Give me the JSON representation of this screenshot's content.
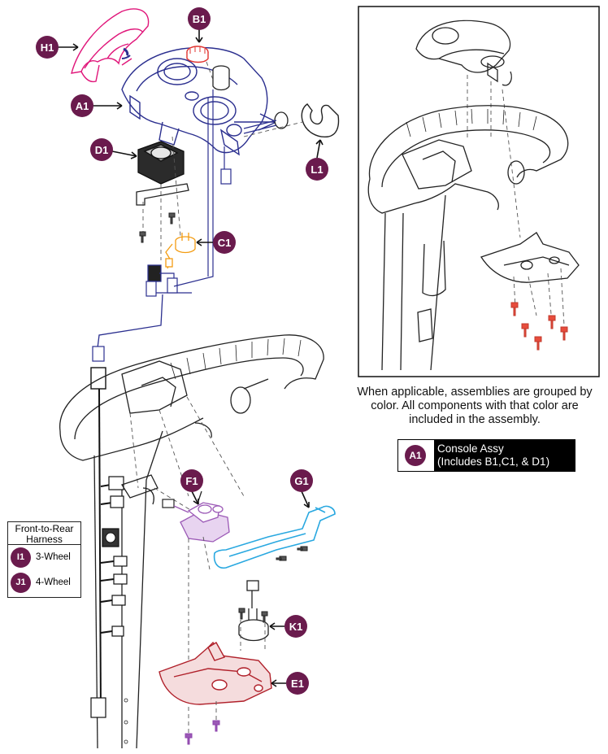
{
  "colors": {
    "badge": "#6a1b4d",
    "console_assy": "#2b2f8f",
    "rear_shroud": "#e0167a",
    "battery_cap": "#e0332f",
    "potentiometer": "#f39c12",
    "freewheel": "#9b59b6",
    "throttle_lever": "#29a8e0",
    "bottom_shroud": "#b0202a"
  },
  "callouts": [
    {
      "id": "H1",
      "label": "H1"
    },
    {
      "id": "B1",
      "label": "B1"
    },
    {
      "id": "A1",
      "label": "A1"
    },
    {
      "id": "D1",
      "label": "D1"
    },
    {
      "id": "L1",
      "label": "L1"
    },
    {
      "id": "C1",
      "label": "C1"
    },
    {
      "id": "F1",
      "label": "F1"
    },
    {
      "id": "G1",
      "label": "G1"
    },
    {
      "id": "K1",
      "label": "K1"
    },
    {
      "id": "E1",
      "label": "E1"
    }
  ],
  "note": "When applicable, assemblies are grouped by color. All components with that color are included in the assembly.",
  "legend": {
    "badge": "A1",
    "line1": "Console Assy",
    "line2": "(Includes B1,C1, & D1)"
  },
  "harness": {
    "title_line1": "Front-to-Rear",
    "title_line2": "Harness",
    "rows": [
      {
        "badge": "I1",
        "label": "3-Wheel"
      },
      {
        "badge": "J1",
        "label": "4-Wheel"
      }
    ]
  }
}
